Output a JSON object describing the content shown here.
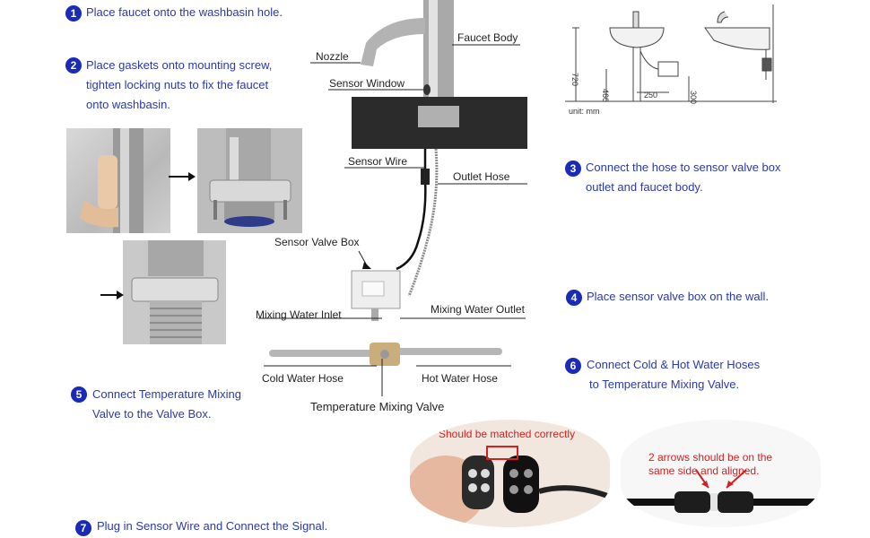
{
  "steps": [
    {
      "num": "1",
      "lines": [
        "Place faucet onto the washbasin hole."
      ]
    },
    {
      "num": "2",
      "lines": [
        "Place gaskets onto mounting screw,",
        "tighten locking nuts to fix the faucet",
        "onto washbasin."
      ]
    },
    {
      "num": "3",
      "lines": [
        "Connect the hose to sensor valve box",
        "outlet and faucet body."
      ]
    },
    {
      "num": "4",
      "lines": [
        "Place sensor valve box on the wall."
      ]
    },
    {
      "num": "5",
      "lines": [
        "Connect Temperature Mixing",
        "Valve to the Valve Box."
      ]
    },
    {
      "num": "6",
      "lines": [
        "Connect Cold & Hot Water Hoses",
        "to Temperature Mixing Valve."
      ]
    },
    {
      "num": "7",
      "lines": [
        "Plug in Sensor Wire and Connect the Signal."
      ]
    }
  ],
  "labels": {
    "faucet_body": "Faucet Body",
    "nozzle": "Nozzle",
    "sensor_window": "Sensor Window",
    "sensor_wire": "Sensor Wire",
    "outlet_hose": "Outlet Hose",
    "sensor_valve_box": "Sensor Valve Box",
    "mixing_water_inlet": "Mixing Water Inlet",
    "mixing_water_outlet": "Mixing Water Outlet",
    "cold_water_hose": "Cold Water Hose",
    "hot_water_hose": "Hot Water Hose",
    "temperature_mixing_valve": "Temperature Mixing Valve"
  },
  "dimensions": {
    "height_total": "720",
    "height_box": "460",
    "width_offset": "250",
    "height_small": "300",
    "unit": "unit: mm"
  },
  "callouts": {
    "match_note": "Should be matched correctly",
    "arrows_note_1": "2 arrows should be on the",
    "arrows_note_2": "same side and aligned."
  },
  "colors": {
    "step_text": "#2a3aa8",
    "step_badge": "#1a2bb8",
    "callout_red": "#d42020"
  }
}
